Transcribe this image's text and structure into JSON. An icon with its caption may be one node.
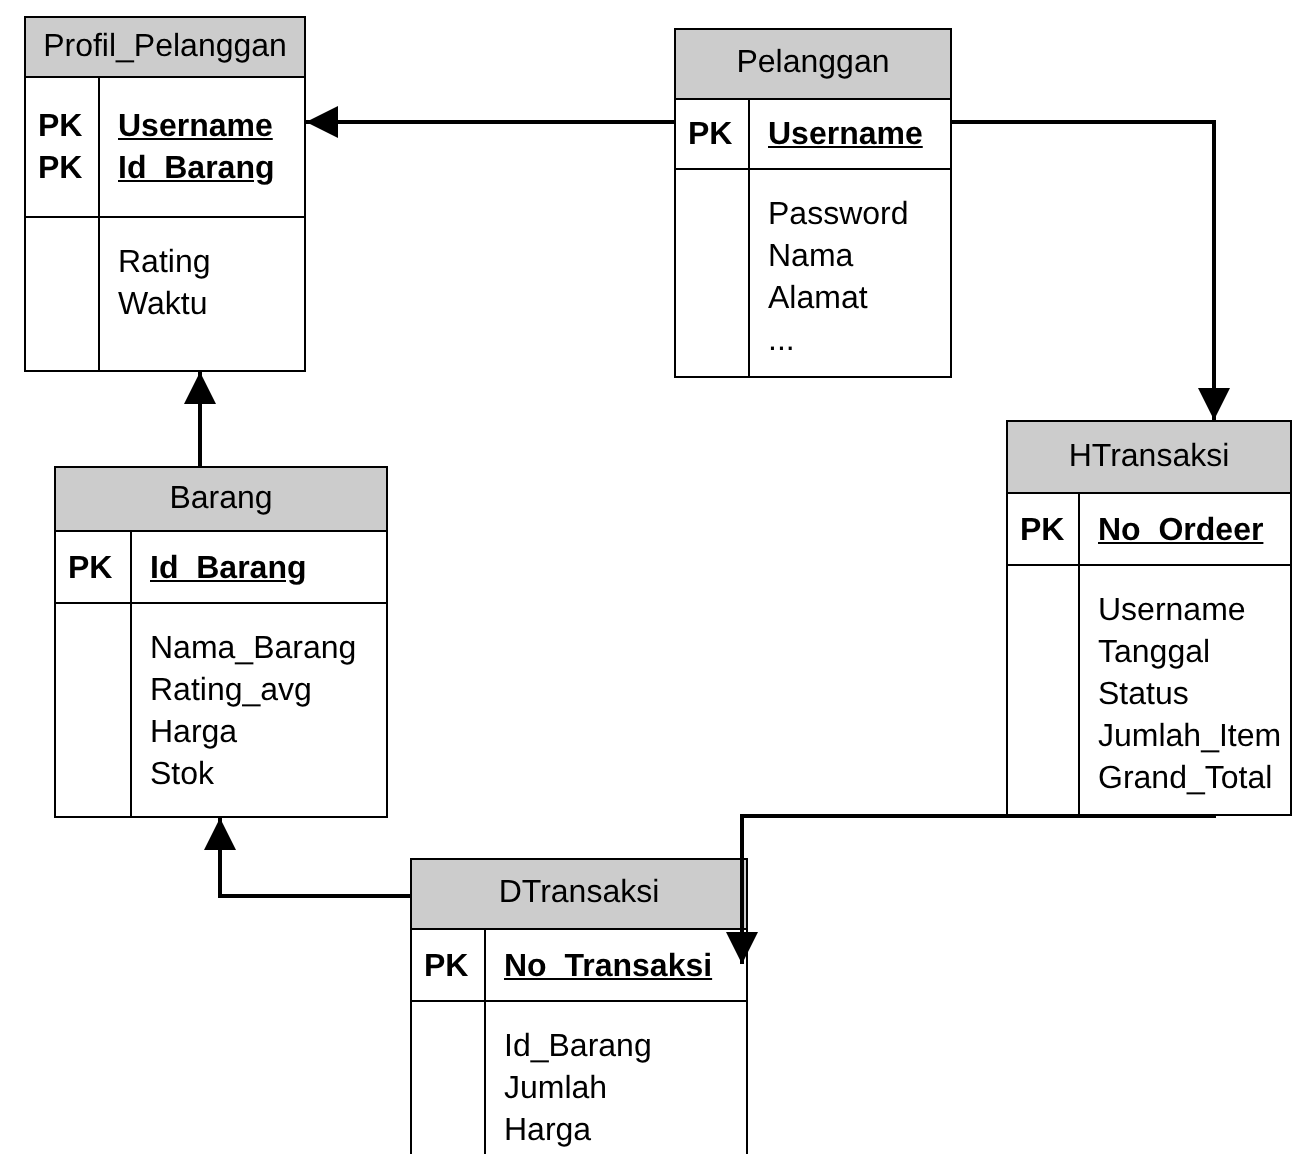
{
  "diagram": {
    "nodes": [
      {
        "text": [
          "Profil_Pelanggan",
          "PK",
          "Username",
          "PK",
          "Id_Barang",
          "Rating",
          "Waktu"
        ]
      },
      {
        "text": [
          "Pelanggan",
          "PK",
          "Username",
          "Password",
          "Nama",
          "Alamat",
          "..."
        ]
      },
      {
        "text": [
          "Barang",
          "PK",
          "Id_Barang",
          "Nama_Barang",
          "Rating_avg",
          "Harga",
          "Stok"
        ]
      },
      {
        "text": [
          "HTransaksi",
          "PK",
          "No_Ordeer",
          "Username",
          "Tanggal",
          "Status",
          "Jumlah_Item",
          "Grand_Total"
        ]
      },
      {
        "text": [
          "DTransaksi",
          "PK",
          "No_Transaksi",
          "Id_Barang",
          "Jumlah",
          "Harga"
        ]
      }
    ],
    "edges": [
      {
        "from": 1,
        "to": 0,
        "arrow": "to"
      },
      {
        "from": 1,
        "to": 3,
        "arrow": "to"
      },
      {
        "from": 2,
        "to": 0,
        "arrow": "to"
      },
      {
        "from": 4,
        "to": 2,
        "arrow": "to"
      },
      {
        "from": 3,
        "to": 4,
        "arrow": "to"
      }
    ]
  }
}
